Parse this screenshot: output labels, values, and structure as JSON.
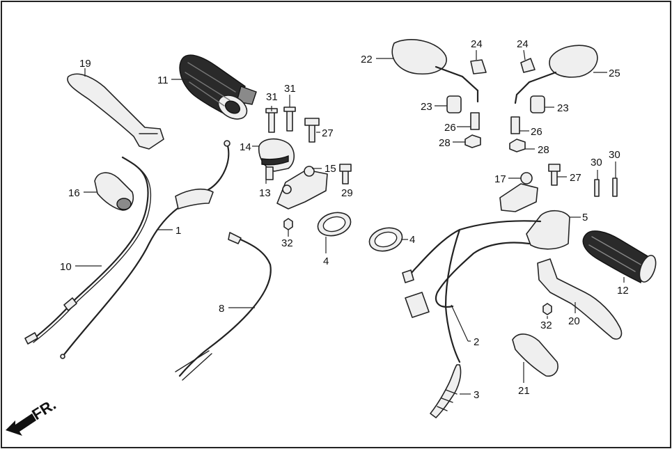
{
  "callouts": {
    "c1": "1",
    "c2": "2",
    "c3": "3",
    "c4a": "4",
    "c4b": "4",
    "c5": "5",
    "c8": "8",
    "c10": "10",
    "c11": "11",
    "c12": "12",
    "c13": "13",
    "c14": "14",
    "c15": "15",
    "c16": "16",
    "c17": "17",
    "c19": "19",
    "c20": "20",
    "c21": "21",
    "c22": "22",
    "c23a": "23",
    "c23b": "23",
    "c24a": "24",
    "c24b": "24",
    "c25": "25",
    "c26a": "26",
    "c26b": "26",
    "c27a": "27",
    "c27b": "27",
    "c28a": "28",
    "c28b": "28",
    "c29": "29",
    "c30a": "30",
    "c30b": "30",
    "c31a": "31",
    "c31b": "31",
    "c32a": "32",
    "c32b": "32"
  },
  "direction_label": "FR.",
  "colors": {
    "line": "#222222",
    "grip": "#2a2a2a",
    "background": "#ffffff"
  }
}
